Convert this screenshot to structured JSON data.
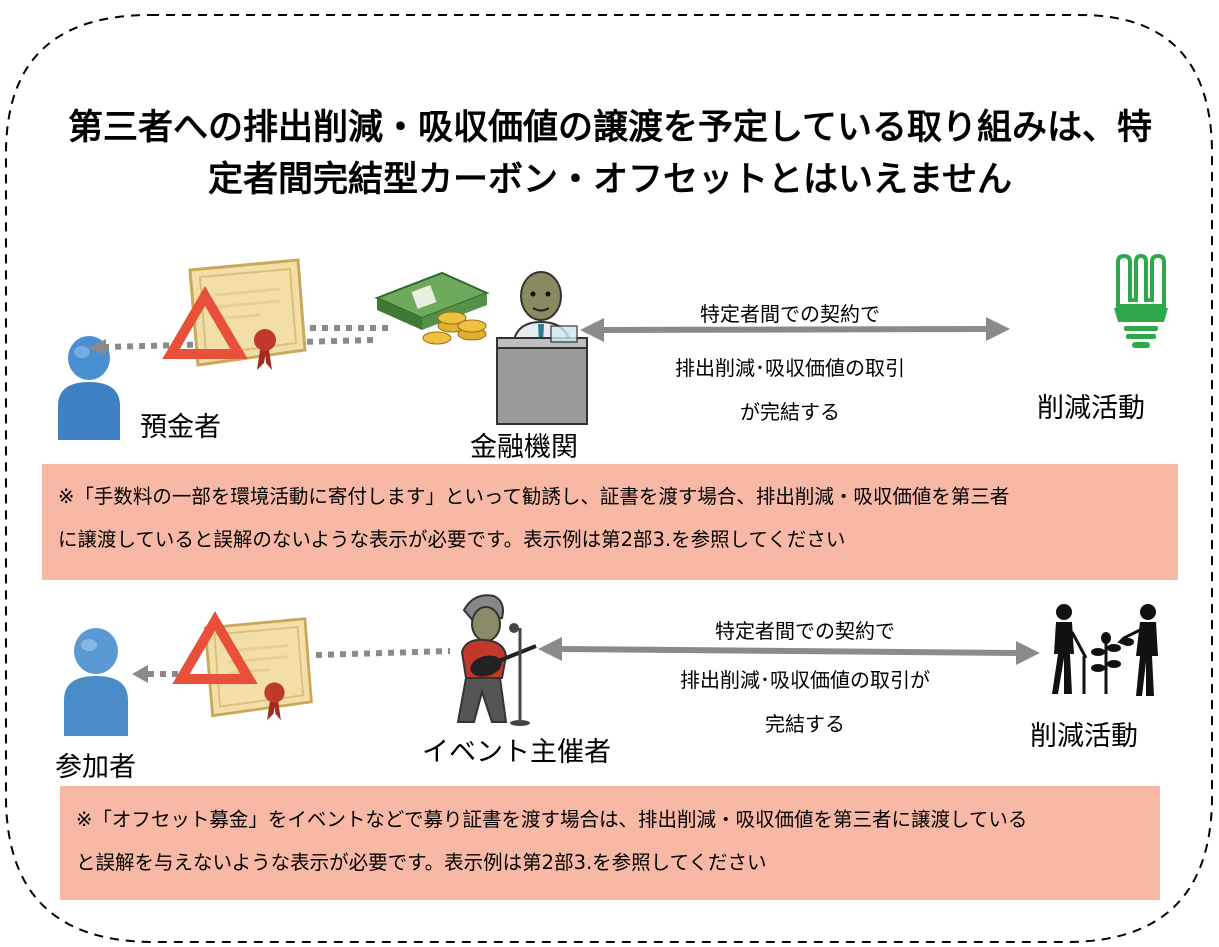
{
  "title_line1": "第三者への排出削減・吸収価値の譲渡を予定している取り組みは、特",
  "title_line2": "定者間完結型カーボン・オフセットとはいえません",
  "scenario1": {
    "depositor": "預金者",
    "bank": "金融機関",
    "activity": "削減活動",
    "contract_line1": "特定者間での契約で",
    "contract_line2": "排出削減･吸収価値の取引",
    "contract_line3": "が完結する",
    "note_line1": "※「手数料の一部を環境活動に寄付します」といって勧誘し、証書を渡す場合、排出削減・吸収価値を第三者",
    "note_line2": "に譲渡していると誤解のないような表示が必要です。表示例は第2部3.を参照してください"
  },
  "scenario2": {
    "participant": "参加者",
    "organizer": "イベント主催者",
    "activity": "削減活動",
    "contract_line1": "特定者間での契約で",
    "contract_line2": "排出削減･吸収価値の取引が",
    "contract_line3": "完結する",
    "note_line1": "※「オフセット募金」をイベントなどで募り証書を渡す場合は、排出削減・吸収価値を第三者に譲渡している",
    "note_line2": "と誤解を与えないような表示が必要です。表示例は第2部3.を参照してください"
  },
  "colors": {
    "note_bg": "#f8b8a6",
    "arrow": "#8a8a8a",
    "warning_triangle": "#e8503a",
    "person": "#4a8fd0",
    "bulb": "#2ea84a"
  },
  "icons": [
    "certificate-icon",
    "warning-triangle-icon",
    "person-icon",
    "money-stack-icon",
    "banker-icon",
    "light-bulb-icon",
    "guitarist-icon",
    "tree-planting-icon"
  ]
}
